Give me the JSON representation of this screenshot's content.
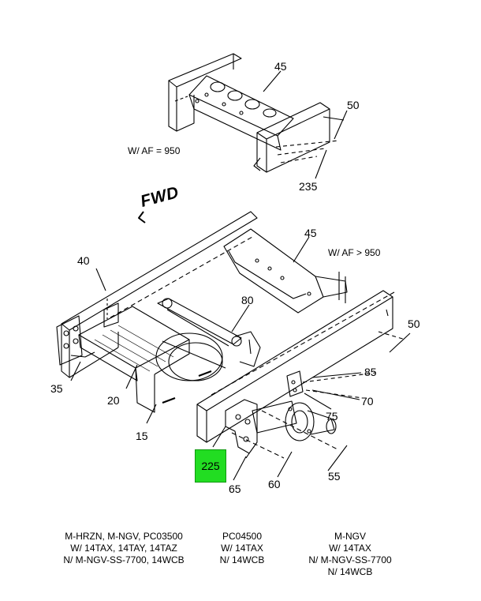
{
  "notes": {
    "top_variant": "W/ AF = 950",
    "bottom_variant": "W/ AF > 950",
    "direction": "FWD"
  },
  "callouts": {
    "c45_top": "45",
    "c50_top": "50",
    "c235": "235",
    "c45_mid": "45",
    "c40": "40",
    "c80": "80",
    "c50_mid": "50",
    "c85": "85",
    "c35": "35",
    "c20": "20",
    "c70": "70",
    "c75": "75",
    "c15": "15",
    "c225": "225",
    "c55": "55",
    "c65": "65",
    "c60": "60"
  },
  "footer": {
    "col1": [
      "M-HRZN, M-NGV, PC03500",
      "W/ 14TAX, 14TAY, 14TAZ",
      "N/ M-NGV-SS-7700, 14WCB"
    ],
    "col2": [
      "PC04500",
      "W/ 14TAX",
      "N/ 14WCB"
    ],
    "col3": [
      "M-NGV",
      "W/ 14TAX",
      "N/ M-NGV-SS-7700",
      "N/ 14WCB"
    ]
  },
  "colors": {
    "highlight": "#22dd22"
  }
}
